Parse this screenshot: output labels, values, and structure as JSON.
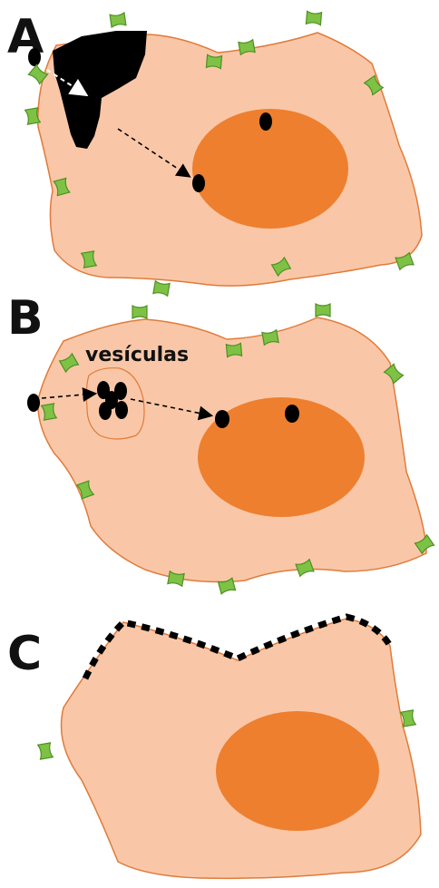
{
  "panels": [
    {
      "letter": "A"
    },
    {
      "letter": "B",
      "label": "vesículas"
    },
    {
      "letter": "C"
    }
  ],
  "colors": {
    "cell_fill": "#f9c7a7",
    "cell_stroke": "#e07b3a",
    "nucleus_fill": "#ee7f2f",
    "receptor_fill": "#7dc244",
    "receptor_stroke": "#4f8f24",
    "particle": "#000000",
    "arrow": "#000000"
  },
  "icons": [
    "receptor-icon",
    "particle-icon",
    "arrow-icon"
  ]
}
